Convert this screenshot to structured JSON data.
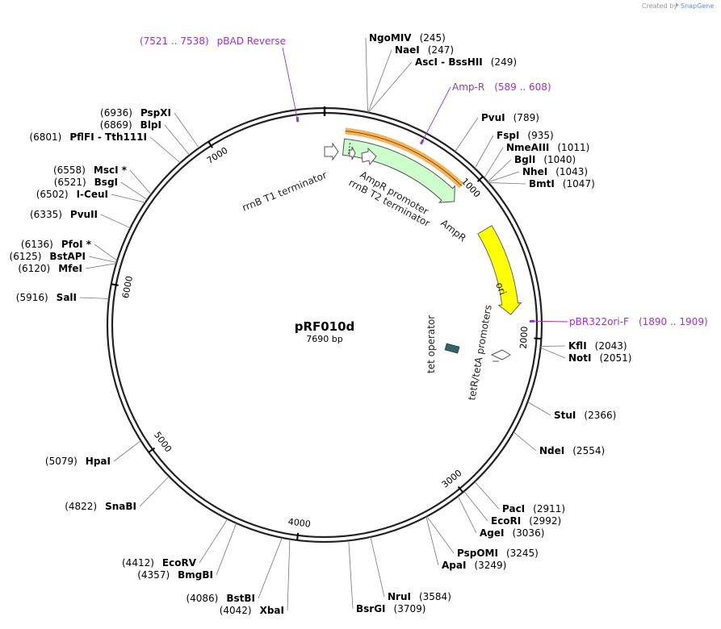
{
  "credit": {
    "text": "Created by",
    "brand": "SnapGene"
  },
  "plasmid": {
    "name": "pRF010d",
    "length_label": "7690 bp",
    "length": 7690
  },
  "ticks": [
    {
      "pos": 1000,
      "label": "1000"
    },
    {
      "pos": 2000,
      "label": "2000"
    },
    {
      "pos": 3000,
      "label": "3000"
    },
    {
      "pos": 4000,
      "label": "4000"
    },
    {
      "pos": 5000,
      "label": "5000"
    },
    {
      "pos": 6000,
      "label": "6000"
    },
    {
      "pos": 7000,
      "label": "7000"
    }
  ],
  "sites": [
    {
      "name": "NgoMIV",
      "pos": "(245)",
      "bp": 245,
      "side": "right"
    },
    {
      "name": "NaeI",
      "pos": "(247)",
      "bp": 247,
      "side": "right"
    },
    {
      "name": "AscI  - BssHII",
      "pos": "(249)",
      "bp": 249,
      "side": "right"
    },
    {
      "name": "PvuI",
      "pos": "(789)",
      "bp": 789,
      "side": "right"
    },
    {
      "name": "FspI",
      "pos": "(935)",
      "bp": 935,
      "side": "right"
    },
    {
      "name": "NmeAIII",
      "pos": "(1011)",
      "bp": 1011,
      "side": "right"
    },
    {
      "name": "BglI",
      "pos": "(1040)",
      "bp": 1040,
      "side": "right"
    },
    {
      "name": "NheI",
      "pos": "(1043)",
      "bp": 1043,
      "side": "right"
    },
    {
      "name": "BmtI",
      "pos": "(1047)",
      "bp": 1047,
      "side": "right"
    },
    {
      "name": "KflI",
      "pos": "(2043)",
      "bp": 2043,
      "side": "right"
    },
    {
      "name": "NotI",
      "pos": "(2051)",
      "bp": 2051,
      "side": "right"
    },
    {
      "name": "StuI",
      "pos": "(2366)",
      "bp": 2366,
      "side": "right"
    },
    {
      "name": "NdeI",
      "pos": "(2554)",
      "bp": 2554,
      "side": "right"
    },
    {
      "name": "PacI",
      "pos": "(2911)",
      "bp": 2911,
      "side": "right"
    },
    {
      "name": "EcoRI",
      "pos": "(2992)",
      "bp": 2992,
      "side": "right"
    },
    {
      "name": "AgeI",
      "pos": "(3036)",
      "bp": 3036,
      "side": "right"
    },
    {
      "name": "PspOMI",
      "pos": "(3245)",
      "bp": 3245,
      "side": "right"
    },
    {
      "name": "ApaI",
      "pos": "(3249)",
      "bp": 3249,
      "side": "right"
    },
    {
      "name": "NruI",
      "pos": "(3584)",
      "bp": 3584,
      "side": "right"
    },
    {
      "name": "BsrGI",
      "pos": "(3709)",
      "bp": 3709,
      "side": "right"
    },
    {
      "name": "XbaI",
      "pos": "(4042)",
      "bp": 4042,
      "side": "left"
    },
    {
      "name": "BstBI",
      "pos": "(4086)",
      "bp": 4086,
      "side": "left"
    },
    {
      "name": "BmgBI",
      "pos": "(4357)",
      "bp": 4357,
      "side": "left"
    },
    {
      "name": "EcoRV",
      "pos": "(4412)",
      "bp": 4412,
      "side": "left"
    },
    {
      "name": "SnaBI",
      "pos": "(4822)",
      "bp": 4822,
      "side": "left"
    },
    {
      "name": "HpaI",
      "pos": "(5079)",
      "bp": 5079,
      "side": "left"
    },
    {
      "name": "SalI",
      "pos": "(5916)",
      "bp": 5916,
      "side": "left"
    },
    {
      "name": "MfeI",
      "pos": "(6120)",
      "bp": 6120,
      "side": "left"
    },
    {
      "name": "BstAPI",
      "pos": "(6125)",
      "bp": 6125,
      "side": "left"
    },
    {
      "name": "PfoI *",
      "pos": "(6136)",
      "bp": 6136,
      "side": "left"
    },
    {
      "name": "PvuII",
      "pos": "(6335)",
      "bp": 6335,
      "side": "left"
    },
    {
      "name": "I-CeuI",
      "pos": "(6502)",
      "bp": 6502,
      "side": "left"
    },
    {
      "name": "BsgI",
      "pos": "(6521)",
      "bp": 6521,
      "side": "left"
    },
    {
      "name": "MscI *",
      "pos": "(6558)",
      "bp": 6558,
      "side": "left"
    },
    {
      "name": "PflFI  - Tth111I",
      "pos": "(6801)",
      "bp": 6801,
      "side": "left"
    },
    {
      "name": "BlpI",
      "pos": "(6869)",
      "bp": 6869,
      "side": "left"
    },
    {
      "name": "PspXI",
      "pos": "(6936)",
      "bp": 6936,
      "side": "left"
    }
  ],
  "primers": [
    {
      "name": "pBAD Reverse",
      "range": "(7521 .. 7538)",
      "bp": 7530
    },
    {
      "name": "Amp-R",
      "range": "(589 .. 608)",
      "bp": 598
    },
    {
      "name": "pBR322ori-F",
      "range": "(1890 .. 1909)",
      "bp": 1900
    }
  ],
  "features": {
    "ampr": {
      "label": "AmpR",
      "start": 130,
      "end": 991,
      "color": "#ccffcc"
    },
    "ampr_orange": {
      "start": 130,
      "end": 991,
      "color": "#f0a030"
    },
    "ori": {
      "label": "ori",
      "start": 1265,
      "end": 1854,
      "color": "#ffff00"
    },
    "ampr_promoter": {
      "label": "AmpR promoter"
    },
    "rrnb_t1": {
      "label": "rrnB T1 terminator"
    },
    "rrnb_t2": {
      "label": "rrnB T2 terminator"
    },
    "tet_operator": {
      "label": "tet operator"
    },
    "tetr_promoters": {
      "label": "tetR/tetA promoters"
    }
  }
}
